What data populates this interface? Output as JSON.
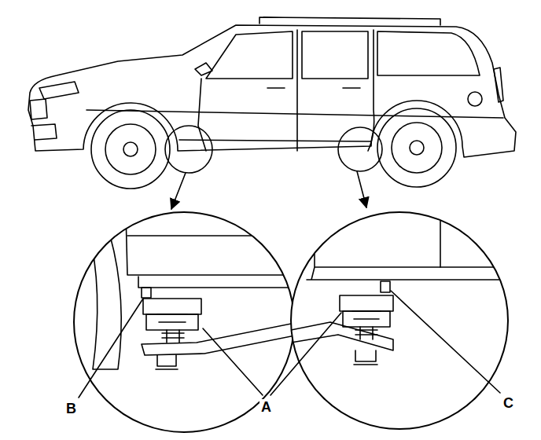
{
  "diagram": {
    "labels": [
      "B",
      "A",
      "C"
    ]
  }
}
